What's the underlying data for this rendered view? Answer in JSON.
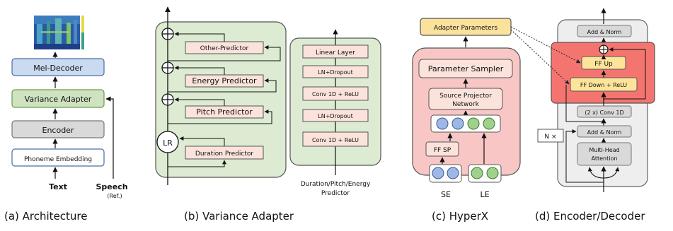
{
  "panel_a": {
    "caption": "(a) Architecture",
    "mel_decoder": "Mel-Decoder",
    "variance_adapter": "Variance Adapter",
    "encoder": "Encoder",
    "phoneme_embedding": "Phoneme Embedding",
    "text_input": "Text",
    "speech_input": "Speech",
    "speech_ref": "(Ref.)"
  },
  "panel_b": {
    "caption": "(b) Variance Adapter",
    "other_predictor": "Other-Predictor",
    "energy_predictor": "Energy Predictor",
    "pitch_predictor": "Pitch Predictor",
    "lr": "LR",
    "duration_predictor": "Duration Predictor",
    "linear_layer": "Linear Layer",
    "ln_dropout_top": "LN+Dropout",
    "conv_top": "Conv 1D + ReLU",
    "ln_dropout_bottom": "LN+Dropout",
    "conv_bottom": "Conv 1D + ReLU",
    "predictor_caption_line1": "Duration/Pitch/Energy",
    "predictor_caption_line2": "Predictor"
  },
  "panel_c": {
    "caption": "(c) HyperX",
    "adapter_parameters": "Adapter Parameters",
    "parameter_sampler": "Parameter Sampler",
    "source_projector_line1": "Source Projector",
    "source_projector_line2": "Network",
    "ff_sp": "FF SP",
    "se": "SE",
    "le": "LE"
  },
  "panel_d": {
    "caption": "(d) Encoder/Decoder",
    "add_norm_top": "Add & Norm",
    "ff_up": "FF Up",
    "ff_down": "FF Down + ReLU",
    "conv": "(2 x) Conv 1D",
    "add_norm_bottom": "Add & Norm",
    "mha_line1": "Multi-Head",
    "mha_line2": "Attention",
    "repeat": "N ×"
  },
  "colors": {
    "mel_decoder": "#c9daf1",
    "variance_adapter": "#cfe3c0",
    "encoder": "#d9d9d9",
    "panel_green": "#dcebd2",
    "predictor_box": "#fbe3dc",
    "hyperx_panel": "#f8c7c5",
    "adapter_param": "#fbe29c",
    "circle_blue": "#9db7e6",
    "circle_green": "#9fd18c",
    "red_highlight": "#f47570",
    "yellow_box": "#fde49a"
  },
  "icons": {
    "spectrogram": "spectrogram-image",
    "sum": "circle-plus-icon"
  }
}
